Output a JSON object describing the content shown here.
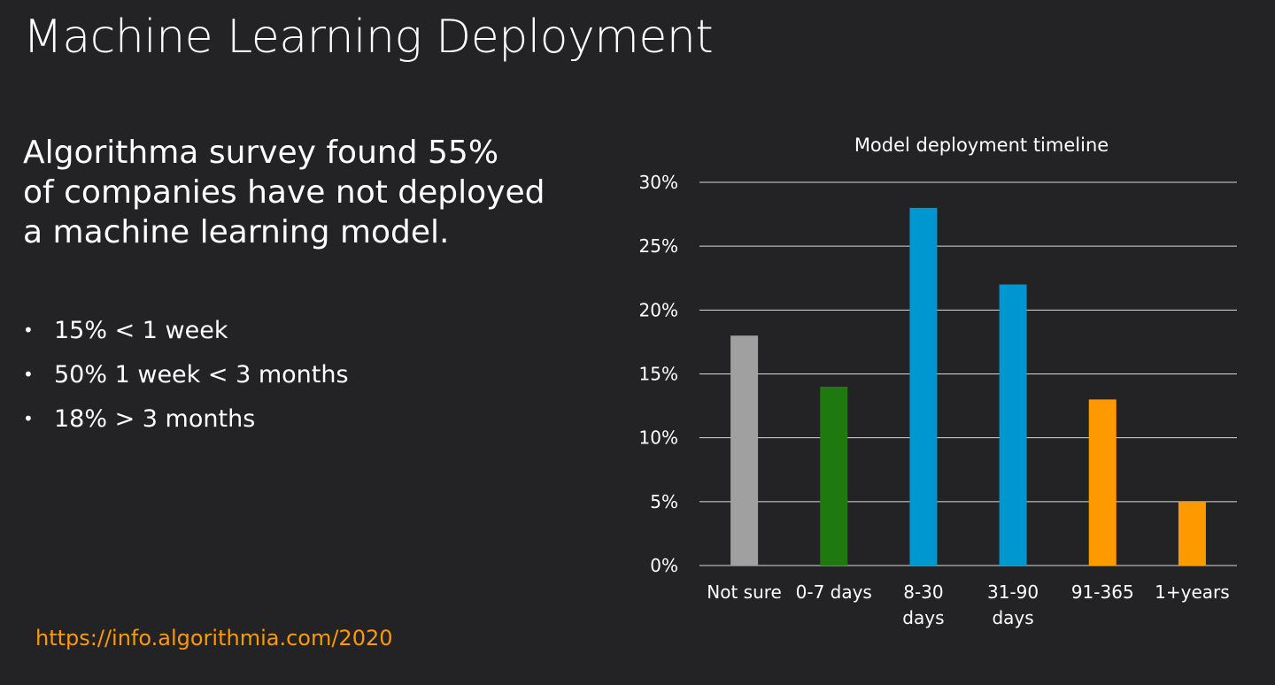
{
  "slide": {
    "title": "Machine Learning Deployment",
    "headline_lines": [
      "Algorithma survey found 55%",
      "of companies have not deployed",
      "a machine learning model."
    ],
    "bullet_symbol": "•",
    "bullets": [
      "15% < 1 week",
      "50% 1 week < 3 months",
      "18% > 3 months"
    ],
    "source_link": "https://info.algorithmia.com/2020",
    "colors": {
      "background": "#232325",
      "text": "#ffffff",
      "link": "#ff9900"
    }
  },
  "chart_data": {
    "type": "bar",
    "title": "Model deployment timeline",
    "xlabel": "",
    "ylabel": "",
    "categories": [
      [
        "Not sure"
      ],
      [
        "0-7 days"
      ],
      [
        "8-30",
        "days"
      ],
      [
        "31-90",
        "days"
      ],
      [
        "91-365"
      ],
      [
        "1+years"
      ]
    ],
    "values": [
      18,
      14,
      28,
      22,
      13,
      5
    ],
    "bar_colors": [
      "#a0a0a0",
      "#1e7a0e",
      "#0096d2",
      "#0096d2",
      "#ff9900",
      "#ff9900"
    ],
    "ylim": [
      0,
      30
    ],
    "yticks": [
      0,
      5,
      10,
      15,
      20,
      25,
      30
    ],
    "ytick_labels": [
      "0%",
      "5%",
      "10%",
      "15%",
      "20%",
      "25%",
      "30%"
    ],
    "grid": true,
    "grid_color": "#d9d9d9",
    "legend": "none"
  }
}
